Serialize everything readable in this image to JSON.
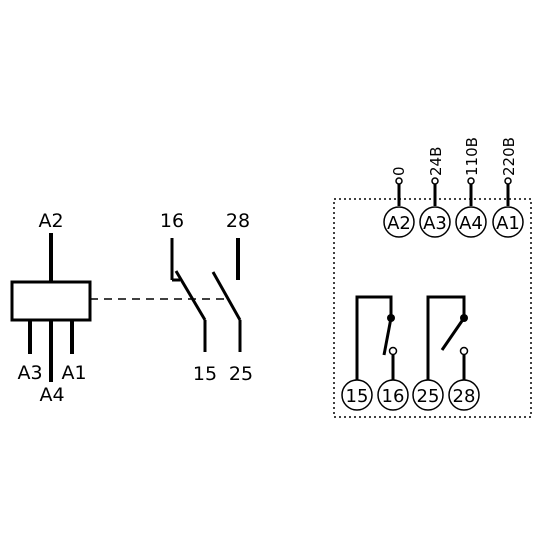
{
  "left_symbol": {
    "coil_top_label": "A2",
    "coil_bottom_labels": [
      "A3",
      "A1"
    ],
    "coil_bottom_label_extra": "A4"
  },
  "contacts": {
    "top_labels": [
      "16",
      "28"
    ],
    "bottom_labels": [
      "15",
      "25"
    ]
  },
  "terminal_block": {
    "voltage_labels": [
      "0",
      "24B",
      "110B",
      "220B"
    ],
    "top_terminals": [
      "A2",
      "A3",
      "A4",
      "A1"
    ],
    "bottom_terminals": [
      "15",
      "16",
      "25",
      "28"
    ]
  }
}
